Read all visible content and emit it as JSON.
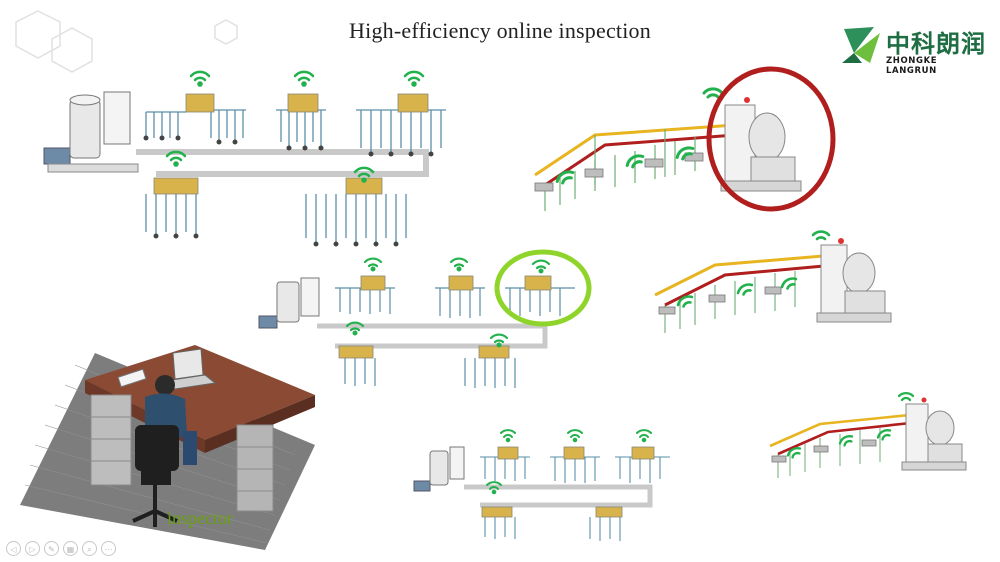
{
  "slide": {
    "title": "High-efficiency online inspection",
    "person_label": "inspector"
  },
  "logo": {
    "cn": "中科朗润",
    "en": "ZHONGKE LANGRUN",
    "color": "#1f6e43"
  },
  "highlights": {
    "red_circle_color": "#b01e1e",
    "green_circle_color": "#8fd42a"
  },
  "signal_icon": "wifi-signal-icon",
  "signal_color": "#22b14c",
  "controls": [
    {
      "name": "prev-slide-button",
      "glyph": "◁"
    },
    {
      "name": "next-slide-button",
      "glyph": "▷"
    },
    {
      "name": "pen-tool-button",
      "glyph": "✎"
    },
    {
      "name": "slide-sorter-button",
      "glyph": "▦"
    },
    {
      "name": "zoom-button",
      "glyph": "⌕"
    },
    {
      "name": "more-options-button",
      "glyph": "⋯"
    }
  ]
}
